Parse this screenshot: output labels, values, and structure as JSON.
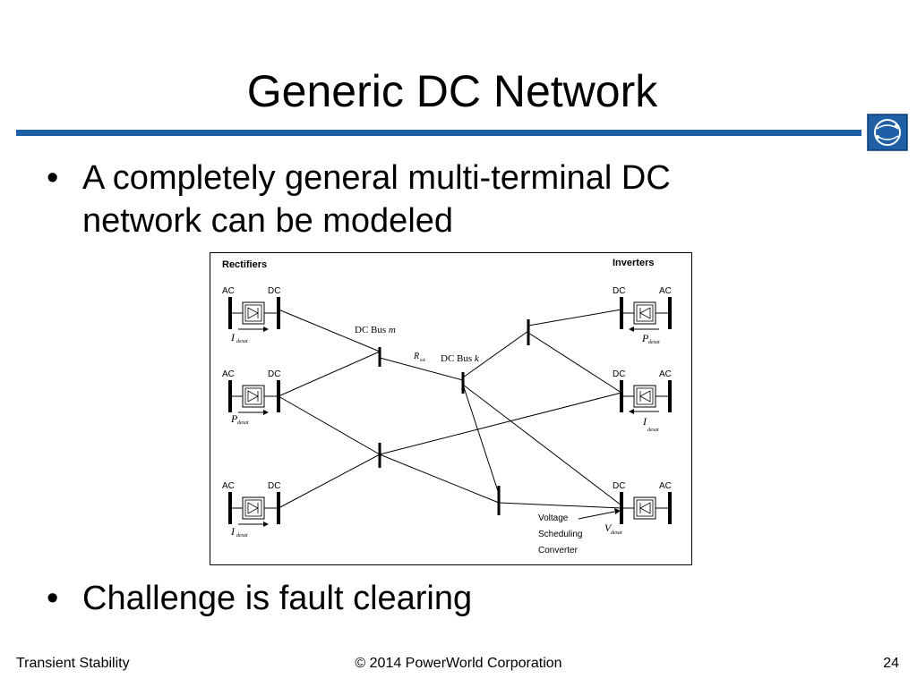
{
  "slide": {
    "title": "Generic DC Network",
    "bullets": [
      {
        "marker": "•",
        "lines": [
          "A completely general multi-terminal DC",
          "network can be modeled"
        ]
      },
      {
        "marker": "•",
        "lines": [
          "Challenge is fault clearing"
        ]
      }
    ]
  },
  "diagram": {
    "rectifiers_label": "Rectifiers",
    "inverters_label": "Inverters",
    "ac": "AC",
    "dc": "DC",
    "rectifier_controls": [
      {
        "sym": "I",
        "sub": "desat"
      },
      {
        "sym": "P",
        "sub": "desat"
      },
      {
        "sym": "I",
        "sub": "desat"
      }
    ],
    "inverter_controls": [
      {
        "sym": "P",
        "sub": "desat"
      },
      {
        "sym": "I",
        "sub": "desat"
      },
      {
        "sym": "V",
        "sub": "desat"
      }
    ],
    "dc_bus_m": {
      "text": "DC Bus ",
      "var": "m"
    },
    "dc_bus_k": {
      "text": "DC Bus ",
      "var": "k"
    },
    "rmk": {
      "sym": "R",
      "sub": "mk"
    },
    "vsc_label": [
      "Voltage",
      "Scheduling",
      "Converter"
    ]
  },
  "footer": {
    "left": "Transient Stability",
    "center": "© 2014 PowerWorld Corporation",
    "page": "24"
  },
  "colors": {
    "rule": "#1f5fa6",
    "logo": "#1f5fa6"
  }
}
